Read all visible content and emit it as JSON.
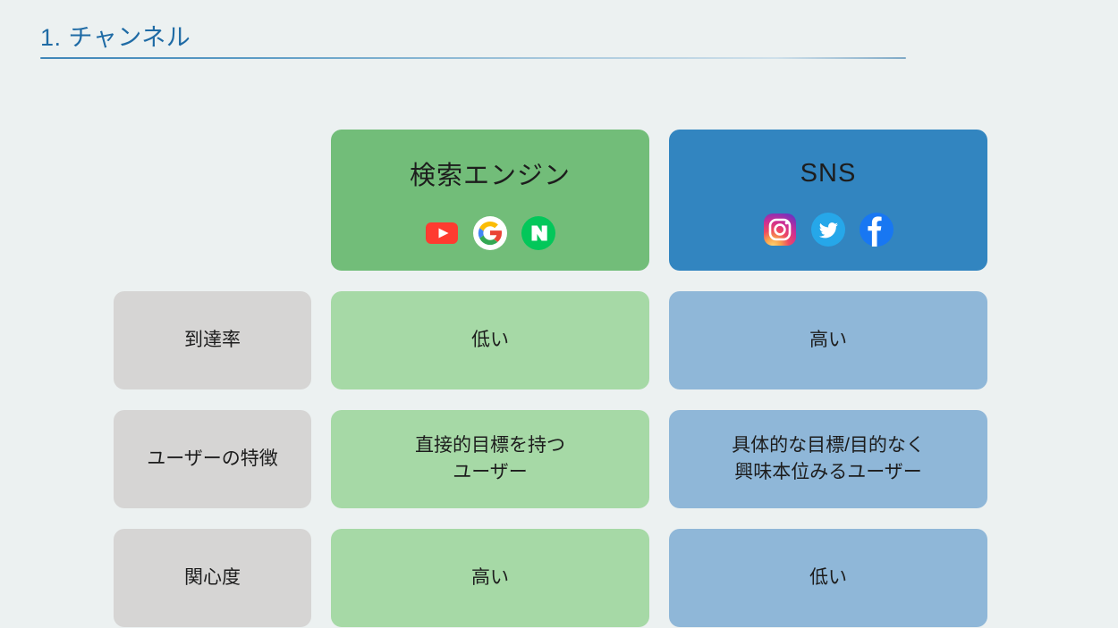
{
  "slide": {
    "title": "1. チャンネル",
    "title_color": "#1f6ba5",
    "background_color": "#ecf1f1"
  },
  "matrix": {
    "columns": [
      {
        "key": "label",
        "header": "",
        "header_color": "",
        "cell_color": "#d6d5d4"
      },
      {
        "key": "search_engine",
        "header": "検索エンジン",
        "header_color": "#72bd79",
        "cell_color": "#a6d9a6",
        "icons": [
          "youtube-icon",
          "google-icon",
          "naver-icon"
        ]
      },
      {
        "key": "sns",
        "header": "SNS",
        "header_color": "#3285c0",
        "cell_color": "#8fb7d8",
        "icons": [
          "instagram-icon",
          "twitter-icon",
          "facebook-icon"
        ]
      }
    ],
    "rows": [
      {
        "label": "到達率",
        "search_engine": "低い",
        "sns": "高い"
      },
      {
        "label": "ユーザーの特徴",
        "search_engine_lines": [
          "直接的目標を持つ",
          "ユーザー"
        ],
        "sns_lines": [
          "具体的な目標/目的なく",
          "興味本位みるユーザー"
        ]
      },
      {
        "label": "関心度",
        "search_engine": "高い",
        "sns": "低い"
      }
    ]
  }
}
